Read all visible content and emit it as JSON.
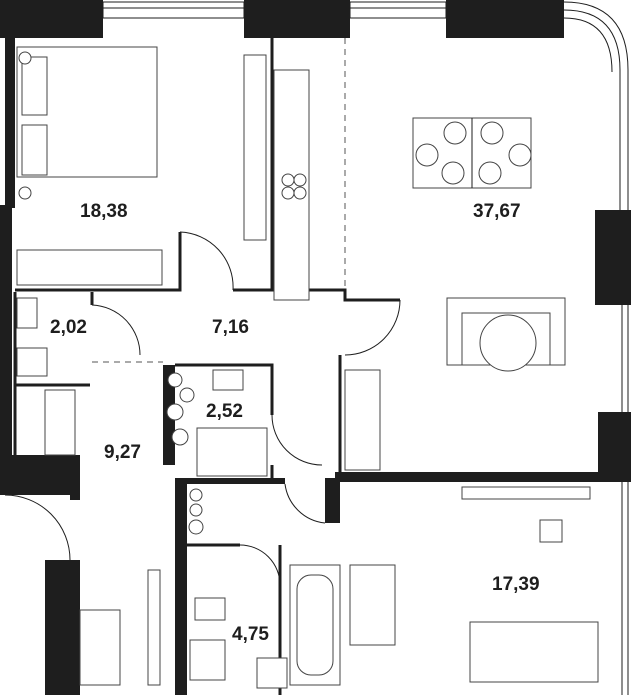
{
  "floor_plan": {
    "rooms": [
      {
        "id": "bedroom",
        "area": "18,38"
      },
      {
        "id": "living-kitchen",
        "area": "37,67"
      },
      {
        "id": "wc",
        "area": "2,02"
      },
      {
        "id": "hall",
        "area": "7,16"
      },
      {
        "id": "shower-room",
        "area": "2,52"
      },
      {
        "id": "entrance",
        "area": "9,27"
      },
      {
        "id": "second-bedroom",
        "area": "17,39"
      },
      {
        "id": "bathroom",
        "area": "4,75"
      }
    ],
    "colors": {
      "wall": "#1e1e1e",
      "background": "#ffffff"
    }
  }
}
